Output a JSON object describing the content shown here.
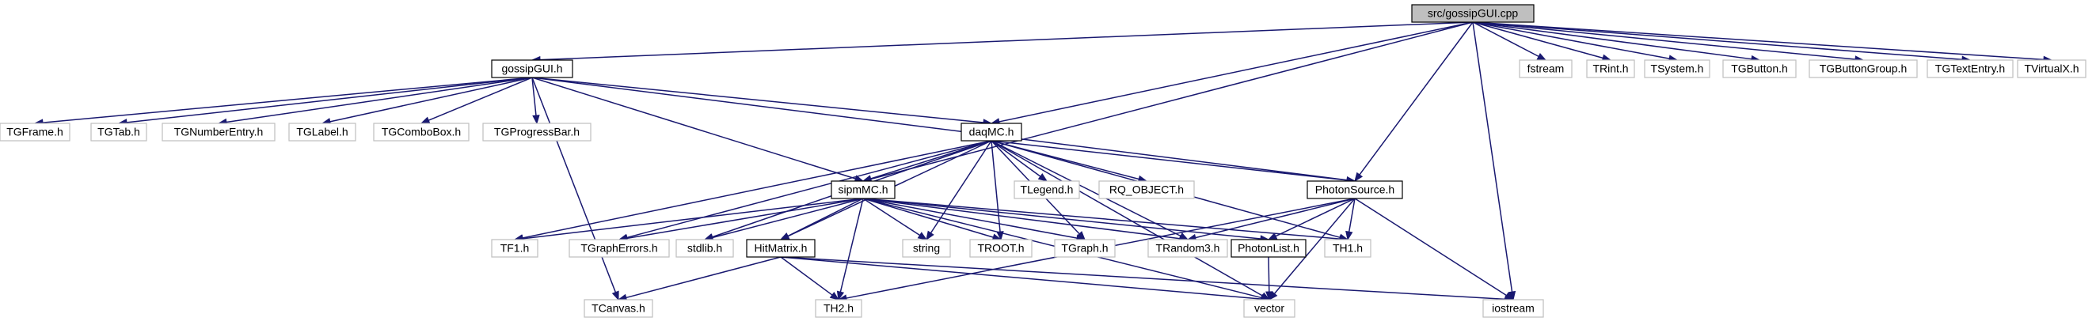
{
  "diagram": {
    "colors": {
      "edge": "#191970",
      "root_fill": "#bfbfbf",
      "node_border_local": "#000000",
      "node_border_external": "#bfbfbf",
      "text": "#000000"
    },
    "nodes": [
      {
        "id": "gossipgui_cpp",
        "label": "src/gossipGUI.cpp",
        "kind": "root"
      },
      {
        "id": "gossipgui_h",
        "label": "gossipGUI.h",
        "kind": "local"
      },
      {
        "id": "fstream",
        "label": "fstream",
        "kind": "external"
      },
      {
        "id": "trint_h",
        "label": "TRint.h",
        "kind": "external"
      },
      {
        "id": "tsystem_h",
        "label": "TSystem.h",
        "kind": "external"
      },
      {
        "id": "tgbutton_h",
        "label": "TGButton.h",
        "kind": "external"
      },
      {
        "id": "tgbuttongroup_h",
        "label": "TGButtonGroup.h",
        "kind": "external"
      },
      {
        "id": "tgtextentry_h",
        "label": "TGTextEntry.h",
        "kind": "external"
      },
      {
        "id": "tvirtualx_h",
        "label": "TVirtualX.h",
        "kind": "external"
      },
      {
        "id": "tgframe_h",
        "label": "TGFrame.h",
        "kind": "external"
      },
      {
        "id": "tgtab_h",
        "label": "TGTab.h",
        "kind": "external"
      },
      {
        "id": "tgnumberentry_h",
        "label": "TGNumberEntry.h",
        "kind": "external"
      },
      {
        "id": "tglabel_h",
        "label": "TGLabel.h",
        "kind": "external"
      },
      {
        "id": "tgcombobox_h",
        "label": "TGComboBox.h",
        "kind": "external"
      },
      {
        "id": "tgprogressbar_h",
        "label": "TGProgressBar.h",
        "kind": "external"
      },
      {
        "id": "daqmc_h",
        "label": "daqMC.h",
        "kind": "local"
      },
      {
        "id": "tlegend_h",
        "label": "TLegend.h",
        "kind": "external"
      },
      {
        "id": "rq_object_h",
        "label": "RQ_OBJECT.h",
        "kind": "external"
      },
      {
        "id": "photonsource_h",
        "label": "PhotonSource.h",
        "kind": "local"
      },
      {
        "id": "sipmmc_h",
        "label": "sipmMC.h",
        "kind": "local"
      },
      {
        "id": "tf1_h",
        "label": "TF1.h",
        "kind": "external"
      },
      {
        "id": "tgrapherrors_h",
        "label": "TGraphErrors.h",
        "kind": "external"
      },
      {
        "id": "stdlib_h",
        "label": "stdlib.h",
        "kind": "external"
      },
      {
        "id": "hitmatrix_h",
        "label": "HitMatrix.h",
        "kind": "local"
      },
      {
        "id": "string",
        "label": "string",
        "kind": "external"
      },
      {
        "id": "troot_h",
        "label": "TROOT.h",
        "kind": "external"
      },
      {
        "id": "tgraph_h",
        "label": "TGraph.h",
        "kind": "external"
      },
      {
        "id": "trandom3_h",
        "label": "TRandom3.h",
        "kind": "external"
      },
      {
        "id": "photonlist_h",
        "label": "PhotonList.h",
        "kind": "local"
      },
      {
        "id": "th1_h",
        "label": "TH1.h",
        "kind": "external"
      },
      {
        "id": "tcanvas_h",
        "label": "TCanvas.h",
        "kind": "external"
      },
      {
        "id": "th2_h",
        "label": "TH2.h",
        "kind": "external"
      },
      {
        "id": "vector",
        "label": "vector",
        "kind": "external"
      },
      {
        "id": "iostream",
        "label": "iostream",
        "kind": "external"
      }
    ],
    "edges": [
      {
        "from": "gossipgui_cpp",
        "to": "gossipgui_h"
      },
      {
        "from": "gossipgui_cpp",
        "to": "fstream"
      },
      {
        "from": "gossipgui_cpp",
        "to": "trint_h"
      },
      {
        "from": "gossipgui_cpp",
        "to": "tsystem_h"
      },
      {
        "from": "gossipgui_cpp",
        "to": "tgbutton_h"
      },
      {
        "from": "gossipgui_cpp",
        "to": "tgbuttongroup_h"
      },
      {
        "from": "gossipgui_cpp",
        "to": "tgtextentry_h"
      },
      {
        "from": "gossipgui_cpp",
        "to": "tvirtualx_h"
      },
      {
        "from": "gossipgui_cpp",
        "to": "daqmc_h"
      },
      {
        "from": "gossipgui_cpp",
        "to": "sipmmc_h"
      },
      {
        "from": "gossipgui_cpp",
        "to": "photonsource_h"
      },
      {
        "from": "gossipgui_cpp",
        "to": "iostream"
      },
      {
        "from": "gossipgui_h",
        "to": "tgframe_h"
      },
      {
        "from": "gossipgui_h",
        "to": "tgtab_h"
      },
      {
        "from": "gossipgui_h",
        "to": "tgnumberentry_h"
      },
      {
        "from": "gossipgui_h",
        "to": "tglabel_h"
      },
      {
        "from": "gossipgui_h",
        "to": "tgcombobox_h"
      },
      {
        "from": "gossipgui_h",
        "to": "tgprogressbar_h"
      },
      {
        "from": "gossipgui_h",
        "to": "daqmc_h"
      },
      {
        "from": "gossipgui_h",
        "to": "photonsource_h"
      },
      {
        "from": "gossipgui_h",
        "to": "sipmmc_h"
      },
      {
        "from": "gossipgui_h",
        "to": "tcanvas_h"
      },
      {
        "from": "daqmc_h",
        "to": "tlegend_h"
      },
      {
        "from": "daqmc_h",
        "to": "rq_object_h"
      },
      {
        "from": "daqmc_h",
        "to": "photonsource_h"
      },
      {
        "from": "daqmc_h",
        "to": "sipmmc_h"
      },
      {
        "from": "daqmc_h",
        "to": "tf1_h"
      },
      {
        "from": "daqmc_h",
        "to": "tgrapherrors_h"
      },
      {
        "from": "daqmc_h",
        "to": "stdlib_h"
      },
      {
        "from": "daqmc_h",
        "to": "hitmatrix_h"
      },
      {
        "from": "daqmc_h",
        "to": "string"
      },
      {
        "from": "daqmc_h",
        "to": "troot_h"
      },
      {
        "from": "daqmc_h",
        "to": "tgraph_h"
      },
      {
        "from": "daqmc_h",
        "to": "trandom3_h"
      },
      {
        "from": "daqmc_h",
        "to": "th1_h"
      },
      {
        "from": "daqmc_h",
        "to": "vector"
      },
      {
        "from": "photonsource_h",
        "to": "photonlist_h"
      },
      {
        "from": "photonsource_h",
        "to": "th1_h"
      },
      {
        "from": "photonsource_h",
        "to": "trandom3_h"
      },
      {
        "from": "photonsource_h",
        "to": "th2_h"
      },
      {
        "from": "photonsource_h",
        "to": "vector"
      },
      {
        "from": "photonsource_h",
        "to": "iostream"
      },
      {
        "from": "sipmmc_h",
        "to": "tf1_h"
      },
      {
        "from": "sipmmc_h",
        "to": "tgrapherrors_h"
      },
      {
        "from": "sipmmc_h",
        "to": "stdlib_h"
      },
      {
        "from": "sipmmc_h",
        "to": "hitmatrix_h"
      },
      {
        "from": "sipmmc_h",
        "to": "string"
      },
      {
        "from": "sipmmc_h",
        "to": "troot_h"
      },
      {
        "from": "sipmmc_h",
        "to": "tgraph_h"
      },
      {
        "from": "sipmmc_h",
        "to": "trandom3_h"
      },
      {
        "from": "sipmmc_h",
        "to": "photonlist_h"
      },
      {
        "from": "sipmmc_h",
        "to": "th1_h"
      },
      {
        "from": "sipmmc_h",
        "to": "th2_h"
      },
      {
        "from": "sipmmc_h",
        "to": "vector"
      },
      {
        "from": "hitmatrix_h",
        "to": "tcanvas_h"
      },
      {
        "from": "hitmatrix_h",
        "to": "th2_h"
      },
      {
        "from": "hitmatrix_h",
        "to": "vector"
      },
      {
        "from": "hitmatrix_h",
        "to": "iostream"
      },
      {
        "from": "photonlist_h",
        "to": "vector"
      }
    ]
  }
}
